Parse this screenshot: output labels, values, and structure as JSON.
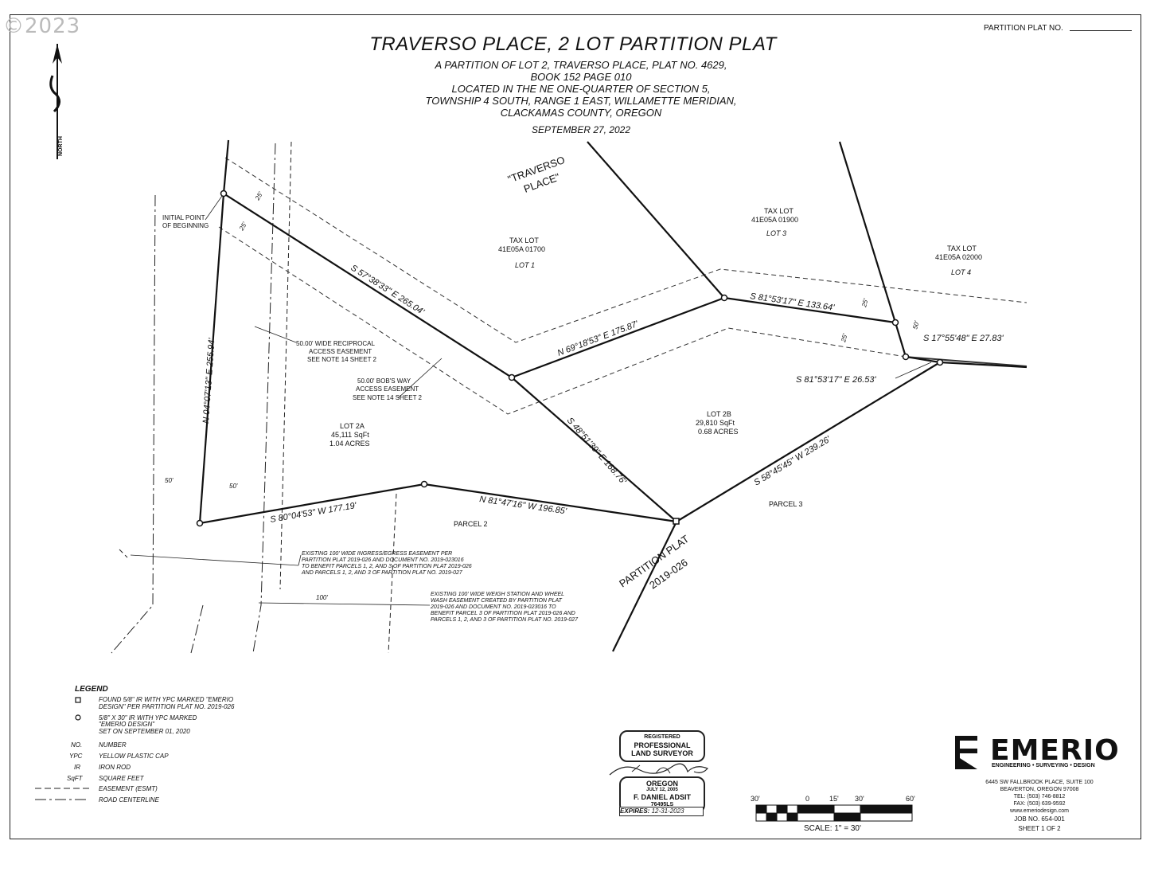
{
  "copyright": "©2023",
  "header": {
    "plat_no_label": "PARTITION PLAT NO.",
    "title": "TRAVERSO PLACE, 2 LOT PARTITION PLAT",
    "subtitle_lines": [
      "A PARTITION OF LOT 2, TRAVERSO PLACE, PLAT NO. 4629,",
      "BOOK 152 PAGE 010",
      "LOCATED IN THE NE ONE-QUARTER OF SECTION 5,",
      "TOWNSHIP 4 SOUTH, RANGE 1 EAST, WILLAMETTE MERIDIAN,",
      "CLACKAMAS COUNTY, OREGON"
    ],
    "date": "SEPTEMBER 27, 2022"
  },
  "north_arrow": {
    "label": "NORTH"
  },
  "plat": {
    "traverso_place": [
      "\"TRAVERSO",
      "PLACE\""
    ],
    "initial_point": [
      "INITIAL POINT",
      "OF BEGINNING"
    ],
    "tax_lot_1700": [
      "TAX LOT",
      "41E05A 01700",
      "LOT 1"
    ],
    "tax_lot_1900": [
      "TAX LOT",
      "41E05A 01900",
      "LOT 3"
    ],
    "tax_lot_2000": [
      "TAX LOT",
      "41E05A 02000",
      "LOT 4"
    ],
    "lot_2a": [
      "LOT 2A",
      "45,111 SqFt",
      "1.04 ACRES"
    ],
    "lot_2b": [
      "LOT 2B",
      "29,810 SqFt",
      "0.68 ACRES"
    ],
    "parcel_2": "PARCEL 2",
    "parcel_3": "PARCEL 3",
    "partition_plat": [
      "PARTITION PLAT",
      "2019-026"
    ],
    "reciprocal_easement": [
      "50.00' WIDE RECIPROCAL",
      "ACCESS EASEMENT",
      "SEE NOTE 14 SHEET 2"
    ],
    "bobs_way_easement": [
      "50.00' BOB'S WAY",
      "ACCESS EASEMENT",
      "SEE NOTE 14 SHEET 2"
    ],
    "ingress_easement": [
      "EXISTING 100' WIDE INGRESS/EGRESS EASEMENT PER",
      "PARTITION PLAT 2019-026 AND DOCUMENT NO. 2019-023016",
      "TO BENEFIT PARCELS 1, 2, AND 3 OF PARTITION PLAT 2019-026",
      "AND PARCELS 1, 2, AND 3 OF PARTITION PLAT NO. 2019-027"
    ],
    "weigh_station_easement": [
      "EXISTING 100' WIDE WEIGH STATION AND WHEEL",
      "WASH EASEMENT  CREATED BY PARTITION PLAT",
      "2019-026 AND DOCUMENT NO. 2019-023016 TO",
      "BENEFIT PARCEL 3 OF PARTITION PLAT 2019-026 AND",
      "PARCELS 1, 2, AND 3 OF PARTITION PLAT NO. 2019-027"
    ],
    "bearings": {
      "north_line": "N 04°07'13\" E 255.94'",
      "nw_line": "S 57°38'33\" E 265.04'",
      "mid_line": "N 69°18'53\" E 175.87'",
      "ne_line": "S 81°53'17\" E 133.64'",
      "east_short": "S 17°55'48\" E 27.83'",
      "east_tie": "S 81°53'17\" E 26.53'",
      "center_line": "S 48°51'39\" E 168.76'",
      "se_line": "S 58°45'45\" W 239.26'",
      "south_east": "N 81°47'16\" W 196.85'",
      "south_west": "S 80°04'53\" W 177.19'"
    },
    "dims": {
      "d25a": "25'",
      "d25b": "25'",
      "d25c": "25'",
      "d25d": "25'",
      "d50a": "50'",
      "d50b": "50'",
      "d50c": "50'",
      "d100": "100'"
    }
  },
  "legend": {
    "title": "LEGEND",
    "rows": [
      {
        "symbol": "found-monument-icon",
        "text": [
          "FOUND 5/8\" IR WITH YPC MARKED \"EMERIO",
          "DESIGN\" PER PARTITION PLAT NO. 2019-026"
        ]
      },
      {
        "symbol": "set-monument-icon",
        "text": [
          "5/8\" X 30\" IR WITH YPC MARKED",
          "\"EMERIO DESIGN\"",
          "SET ON SEPTEMBER 01, 2020"
        ]
      },
      {
        "abbr": "NO.",
        "text": [
          "NUMBER"
        ]
      },
      {
        "abbr": "YPC",
        "text": [
          "YELLOW PLASTIC CAP"
        ]
      },
      {
        "abbr": "IR",
        "text": [
          "IRON ROD"
        ]
      },
      {
        "abbr": "SqFT",
        "text": [
          "SQUARE FEET"
        ]
      },
      {
        "symbol": "easement-line-icon",
        "text": [
          "EASEMENT (ESMT)"
        ]
      },
      {
        "symbol": "road-centerline-icon",
        "text": [
          "ROAD CENTERLINE"
        ]
      }
    ]
  },
  "stamp": {
    "registered": [
      "REGISTERED",
      "PROFESSIONAL",
      "LAND SURVEYOR"
    ],
    "state": [
      "OREGON",
      "JULY 12, 2005",
      "F. DANIEL ADSIT",
      "76495LS"
    ],
    "expires_label": "EXPIRES:",
    "expires_value": "12-31-2023"
  },
  "scale": {
    "ticks": [
      "30'",
      "0",
      "15'",
      "30'",
      "60'"
    ],
    "text": "SCALE: 1\" = 30'"
  },
  "company": {
    "name": "EMERIO",
    "tagline": "ENGINEERING • SURVEYING • DESIGN",
    "address": [
      "6445 SW FALLBROOK PLACE, SUITE 100",
      "BEAVERTON, OREGON 97008",
      "TEL: (503) 746-8812",
      "FAX: (503) 639-9592",
      "www.emeriodesign.com"
    ],
    "job": "JOB NO. 654-001",
    "sheet": "SHEET 1 OF 2"
  }
}
